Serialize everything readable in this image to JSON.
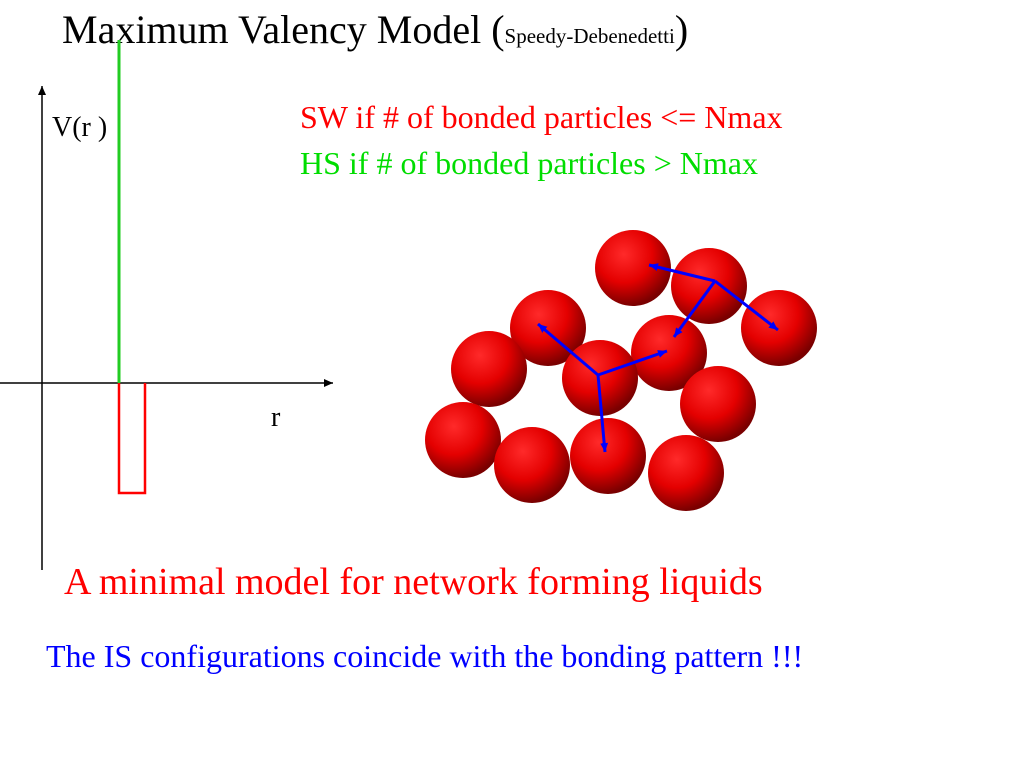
{
  "title": {
    "main": "Maximum Valency Model (",
    "sub": "Speedy-Debenedetti",
    "close": ")"
  },
  "potential_plot": {
    "ylabel": "V(r )",
    "xlabel": "r"
  },
  "rules": {
    "sw": "SW if  # of bonded particles <= Nmax",
    "hs": "HS  if  # of bonded particles  > Nmax"
  },
  "tagline": "A minimal model  for network forming liquids",
  "conclusion": "The IS configurations coincide with the bonding pattern !!!",
  "colors": {
    "sw": "#ff0000",
    "hs": "#00dd00",
    "tagline": "#ff0000",
    "conclusion": "#0000ff",
    "bond": "#0000ff",
    "particle": "#ee0000",
    "hard_core_wall": "#22cc22",
    "square_well": "#ff0000"
  }
}
